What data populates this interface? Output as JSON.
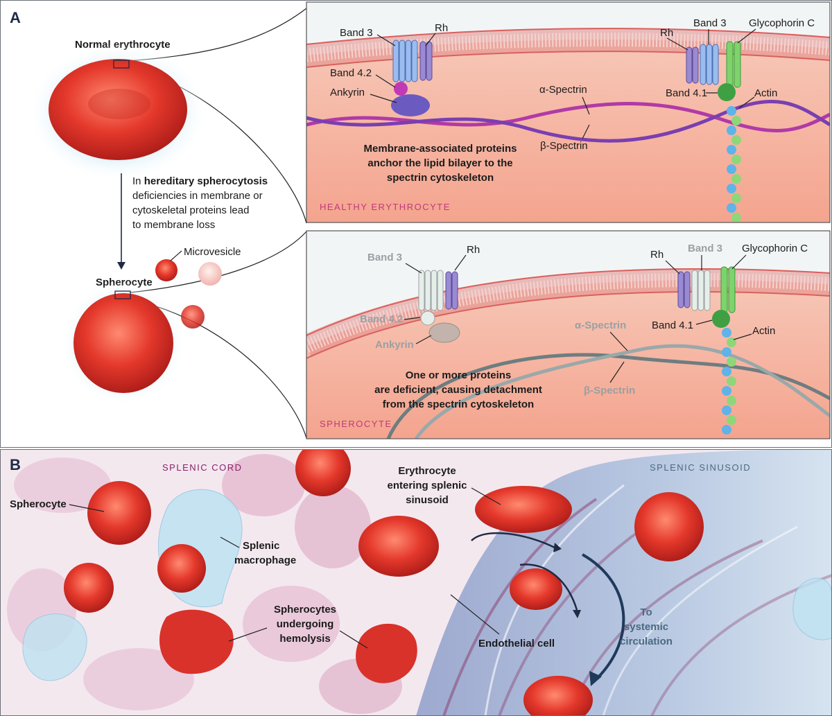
{
  "panel_a": {
    "letter": "A",
    "normal_erythrocyte": "Normal erythrocyte",
    "spherocyte": "Spherocyte",
    "microvesicle": "Microvesicle",
    "explanation": {
      "l1_prefix": "In ",
      "l1_bold": "hereditary spherocytosis",
      "l2": "deficiencies in membrane or",
      "l3": "cytoskeletal proteins lead",
      "l4": "to membrane loss"
    },
    "healthy": {
      "band3_left": "Band 3",
      "rh_left": "Rh",
      "band42": "Band 4.2",
      "ankyrin": "Ankyrin",
      "alpha_spectrin": "α-Spectrin",
      "beta_spectrin": "β-Spectrin",
      "rh_right": "Rh",
      "band3_right": "Band 3",
      "glycophorin": "Glycophorin C",
      "band41": "Band 4.1",
      "actin": "Actin",
      "caption_l1": "Membrane-associated proteins",
      "caption_l2": "anchor the lipid bilayer to the",
      "caption_l3": "spectrin cytoskeleton",
      "tag": "HEALTHY ERYTHROCYTE"
    },
    "sphero": {
      "band3_left": "Band 3",
      "rh_left": "Rh",
      "band42": "Band 4.2",
      "ankyrin": "Ankyrin",
      "alpha_spectrin": "α-Spectrin",
      "beta_spectrin": "β-Spectrin",
      "rh_right": "Rh",
      "band3_right": "Band 3",
      "glycophorin": "Glycophorin C",
      "band41": "Band 4.1",
      "actin": "Actin",
      "caption_l1": "One or more proteins",
      "caption_l2": "are deficient, causing detachment",
      "caption_l3": "from the spectrin cytoskeleton",
      "tag": "SPHEROCYTE"
    }
  },
  "panel_b": {
    "letter": "B",
    "splenic_cord": "SPLENIC CORD",
    "splenic_sinusoid": "SPLENIC SINUSOID",
    "spherocyte": "Spherocyte",
    "macrophage_l1": "Splenic",
    "macrophage_l2": "macrophage",
    "hemolysis_l1": "Spherocytes",
    "hemolysis_l2": "undergoing",
    "hemolysis_l3": "hemolysis",
    "entering_l1": "Erythrocyte",
    "entering_l2": "entering splenic",
    "entering_l3": "sinusoid",
    "endothelial": "Endothelial cell",
    "systemic_l1": "To",
    "systemic_l2": "systemic",
    "systemic_l3": "circulation"
  },
  "colors": {
    "rbc_red": "#e0382c",
    "membrane_pink": "#f2a7a0",
    "band3_blue": "#8fb0e8",
    "rh_purple": "#8a78c4",
    "glycophorin_green": "#7fd36c",
    "spectrin_magenta": "#b13aa6",
    "deficient_grey": "#9aa0a3",
    "cord_label": "#8a1f6d",
    "sinusoid_label": "#4a6b80"
  }
}
